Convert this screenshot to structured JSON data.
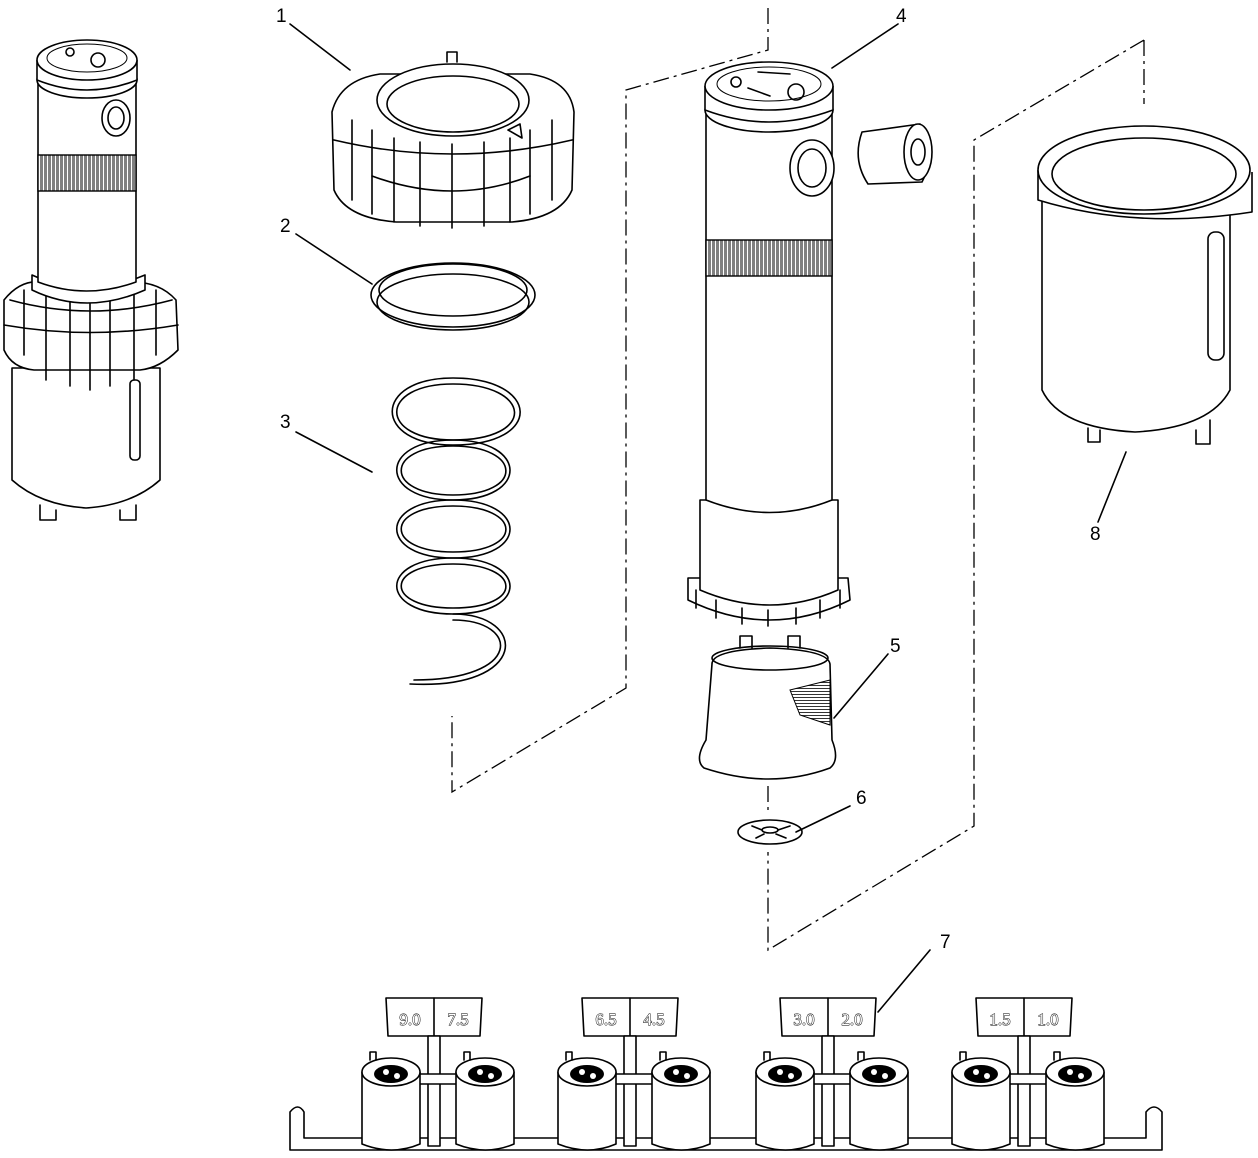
{
  "callouts": [
    "1",
    "2",
    "3",
    "4",
    "5",
    "6",
    "7",
    "8"
  ],
  "nozzle_tags": [
    "9.0",
    "7.5",
    "6.5",
    "4.5",
    "3.0",
    "2.0",
    "1.5",
    "1.0"
  ],
  "colors": {
    "line": "#000000",
    "background": "#ffffff"
  }
}
